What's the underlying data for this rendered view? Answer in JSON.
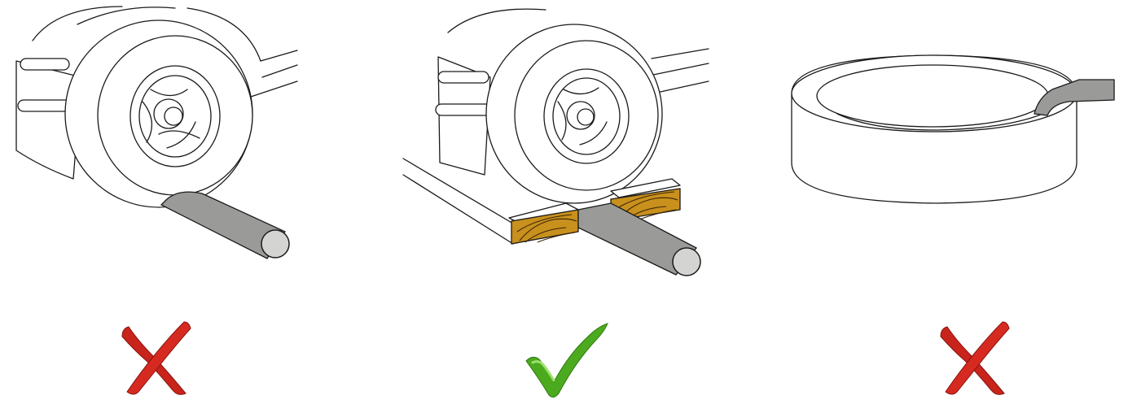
{
  "panels": [
    {
      "verdict": "incorrect",
      "mark_icon": "red-cross-icon",
      "mark_color": "#c8241c"
    },
    {
      "verdict": "correct",
      "mark_icon": "green-check-icon",
      "mark_color": "#4caa1e"
    },
    {
      "verdict": "incorrect",
      "mark_icon": "red-cross-icon",
      "mark_color": "#c8241c"
    }
  ],
  "colors": {
    "bar": "#9a9a98",
    "bar_end": "#d4d4d2",
    "wood": "#c8901c",
    "outline": "#1a1a1a"
  }
}
